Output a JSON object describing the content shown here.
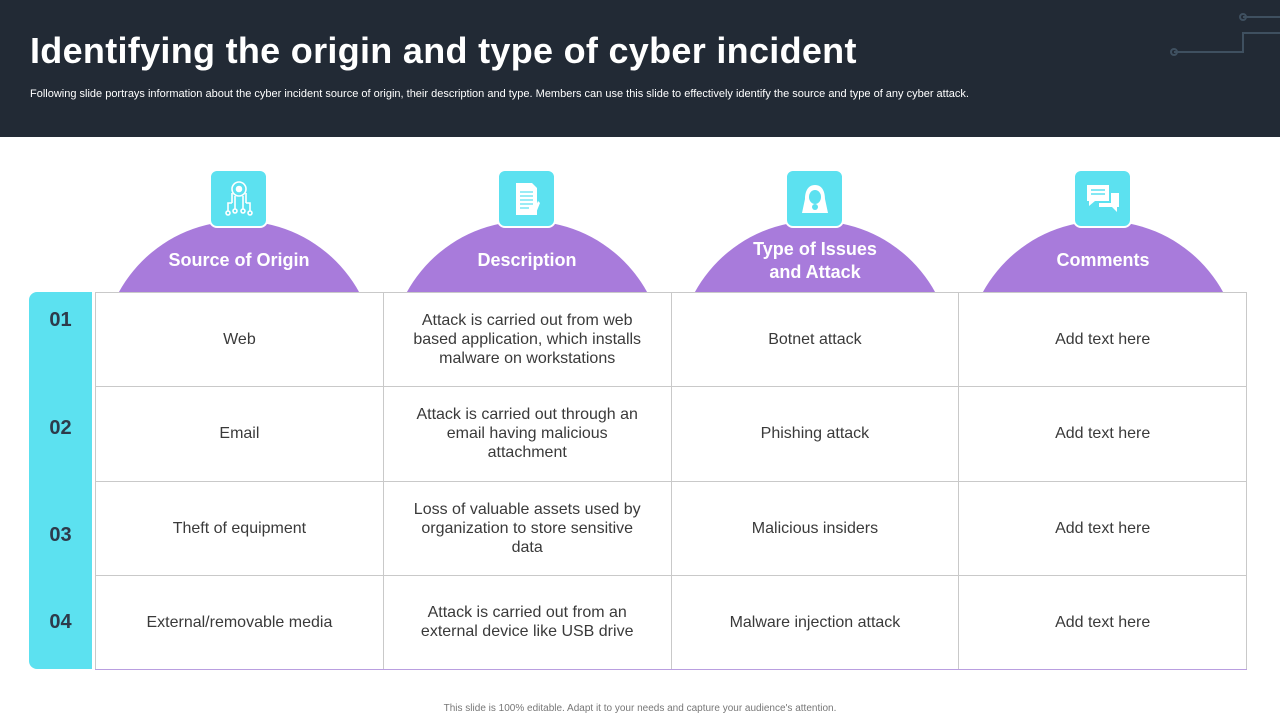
{
  "title": "Identifying the origin and type of cyber incident",
  "subtitle": "Following slide portrays information about the cyber incident source of origin, their description and type. Members can use this slide to effectively  identify the source and type  of any cyber attack.",
  "colors": {
    "header_bg": "#222a35",
    "accent_purple": "#a87bdb",
    "accent_cyan": "#5ce1f0"
  },
  "columns": [
    {
      "label": "Source of Origin",
      "icon": "circuit-gear-icon"
    },
    {
      "label": "Description",
      "icon": "document-icon"
    },
    {
      "label": "Type of Issues and Attack",
      "icon": "hacker-icon"
    },
    {
      "label": "Comments",
      "icon": "chat-bubbles-icon"
    }
  ],
  "rows": [
    {
      "num": "01",
      "cells": [
        "Web",
        "Attack is carried out from web based application, which installs malware on workstations",
        "Botnet attack",
        "Add text here"
      ]
    },
    {
      "num": "02",
      "cells": [
        "Email",
        "Attack is carried out through  an email having malicious attachment",
        "Phishing attack",
        "Add text here"
      ]
    },
    {
      "num": "03",
      "cells": [
        "Theft  of equipment",
        "Loss of valuable  assets used by organization to store sensitive data",
        "Malicious insiders",
        "Add text here"
      ]
    },
    {
      "num": "04",
      "cells": [
        "External/removable  media",
        "Attack is carried out from an external device like USB drive",
        "Malware injection attack",
        "Add text here"
      ]
    }
  ],
  "footer": "This slide is 100% editable. Adapt it to your needs and capture your audience's attention."
}
